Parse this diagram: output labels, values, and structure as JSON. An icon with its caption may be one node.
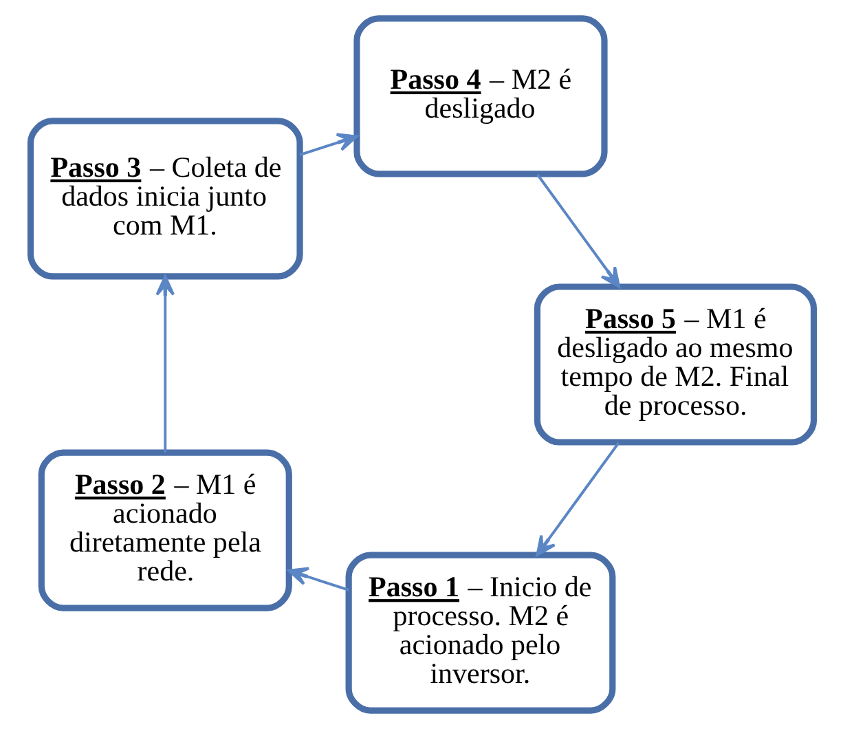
{
  "diagram": {
    "nodes": [
      {
        "text": [
          "**Passo 1** – Inicio de processo. M2 é acionado pelo inversor."
        ]
      },
      {
        "text": [
          "**Passo 2** – M1 é acionado diretamente pela rede."
        ]
      },
      {
        "text": [
          "**Passo 3** – Coleta de dados inicia junto com M1."
        ]
      },
      {
        "text": [
          "**Passo 4** – M2 é desligado"
        ]
      },
      {
        "text": [
          "**Passo 5** – M1 é desligado ao mesmo tempo de M2. Final de processo."
        ]
      }
    ],
    "edges": [
      {
        "from": 0,
        "to": 1,
        "arrow": "to"
      },
      {
        "from": 1,
        "to": 2,
        "arrow": "to"
      },
      {
        "from": 2,
        "to": 3,
        "arrow": "to"
      },
      {
        "from": 3,
        "to": 4,
        "arrow": "to"
      },
      {
        "from": 4,
        "to": 0,
        "arrow": "to"
      }
    ]
  }
}
